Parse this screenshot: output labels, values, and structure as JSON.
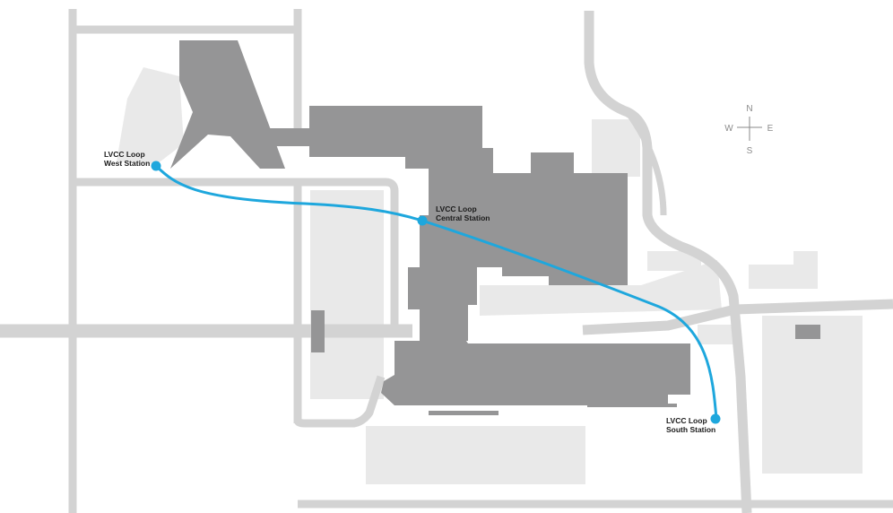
{
  "colors": {
    "background": "#ffffff",
    "road": "#d3d3d3",
    "lot": "#e9e9e9",
    "building": "#959596",
    "route": "#1ea7dd",
    "label": "#1a1a1a",
    "compass": "#8a8a8a"
  },
  "route": {
    "name": "LVCC Loop"
  },
  "stations": [
    {
      "id": "west",
      "name_line1": "LVCC Loop",
      "name_line2": "West Station"
    },
    {
      "id": "central",
      "name_line1": "LVCC Loop",
      "name_line2": "Central Station"
    },
    {
      "id": "south",
      "name_line1": "LVCC Loop",
      "name_line2": "South Station"
    }
  ],
  "compass": {
    "north": "N",
    "south": "S",
    "east": "E",
    "west": "W"
  }
}
